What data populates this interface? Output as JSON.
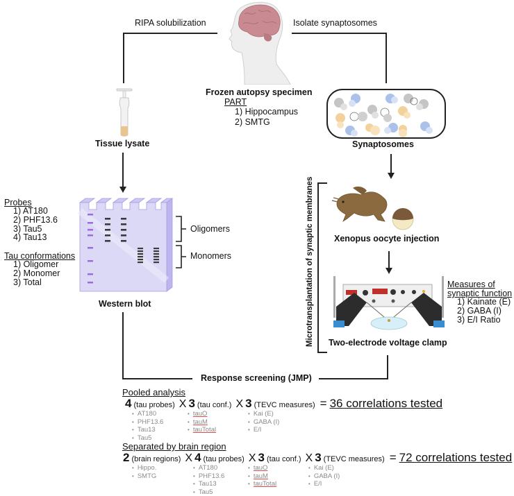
{
  "flow": {
    "left_branch_label": "RIPA solubilization",
    "right_branch_label": "Isolate synaptosomes",
    "specimen": {
      "title": "Frozen autopsy specimen",
      "part_heading": "PART",
      "parts": [
        "1) Hippocampus",
        "2) SMTG"
      ]
    },
    "tissue_lysate_label": "Tissue lysate",
    "synaptosomes_label": "Synaptosomes",
    "western_blot_label": "Western blot",
    "oligomers_label": "Oligomers",
    "monomers_label": "Monomers",
    "probes": {
      "heading": "Probes",
      "items": [
        "1) AT180",
        "2) PHF13.6",
        "3) Tau5",
        "4) Tau13"
      ]
    },
    "tau_conformations": {
      "heading": "Tau conformations",
      "items": [
        "1) Oligomer",
        "2) Monomer",
        "3) Total"
      ]
    },
    "microtransplantation_label": "Microtransplantation of synaptic membranes",
    "xenopus_label": "Xenopus oocyte injection",
    "tevc_label": "Two-electrode voltage clamp",
    "measures": {
      "heading_line1": "Measures of",
      "heading_line2": "synaptic function",
      "items": [
        "1) Kainate (E)",
        "2) GABA (I)",
        "3) E/I Ratio"
      ]
    },
    "response_screening_label": "Response screening (JMP)"
  },
  "colors": {
    "brain": "#c98a92",
    "gel_fill": "#d9d6f5",
    "gel_edge": "#a79de0",
    "ladder": "#9b6ce0",
    "band": "#3a3a3a",
    "frog": "#8a6a3e",
    "bullet_text": "#8a8a8a",
    "underline_red": "#e04a4a"
  },
  "pooled": {
    "heading": "Pooled analysis",
    "terms": [
      {
        "num": "4",
        "label": "(tau probes)",
        "items": [
          "AT180",
          "PHF13.6",
          "Tau13",
          "Tau5"
        ]
      },
      {
        "num": "3",
        "label": "(tau conf.)",
        "items": [
          "tauO",
          "tauM",
          "tauTotal"
        ]
      },
      {
        "num": "3",
        "label": "(TEVC measures)",
        "items": [
          "Kai (E)",
          "GABA (I)",
          "E/I"
        ]
      }
    ],
    "times": "X",
    "equals": "=",
    "result": "36 correlations tested"
  },
  "separated": {
    "heading": "Separated by brain region",
    "terms": [
      {
        "num": "2",
        "label": "(brain regions)",
        "items": [
          "Hippo.",
          "SMTG"
        ]
      },
      {
        "num": "4",
        "label": "(tau probes)",
        "items": [
          "AT180",
          "PHF13.6",
          "Tau13",
          "Tau5"
        ]
      },
      {
        "num": "3",
        "label": "(tau conf.)",
        "items": [
          "tauO",
          "tauM",
          "tauTotal"
        ]
      },
      {
        "num": "3",
        "label": "(TEVC measures)",
        "items": [
          "Kai (E)",
          "GABA (I)",
          "E/I"
        ]
      }
    ],
    "times": "X",
    "equals": "=",
    "result": "72 correlations tested"
  }
}
